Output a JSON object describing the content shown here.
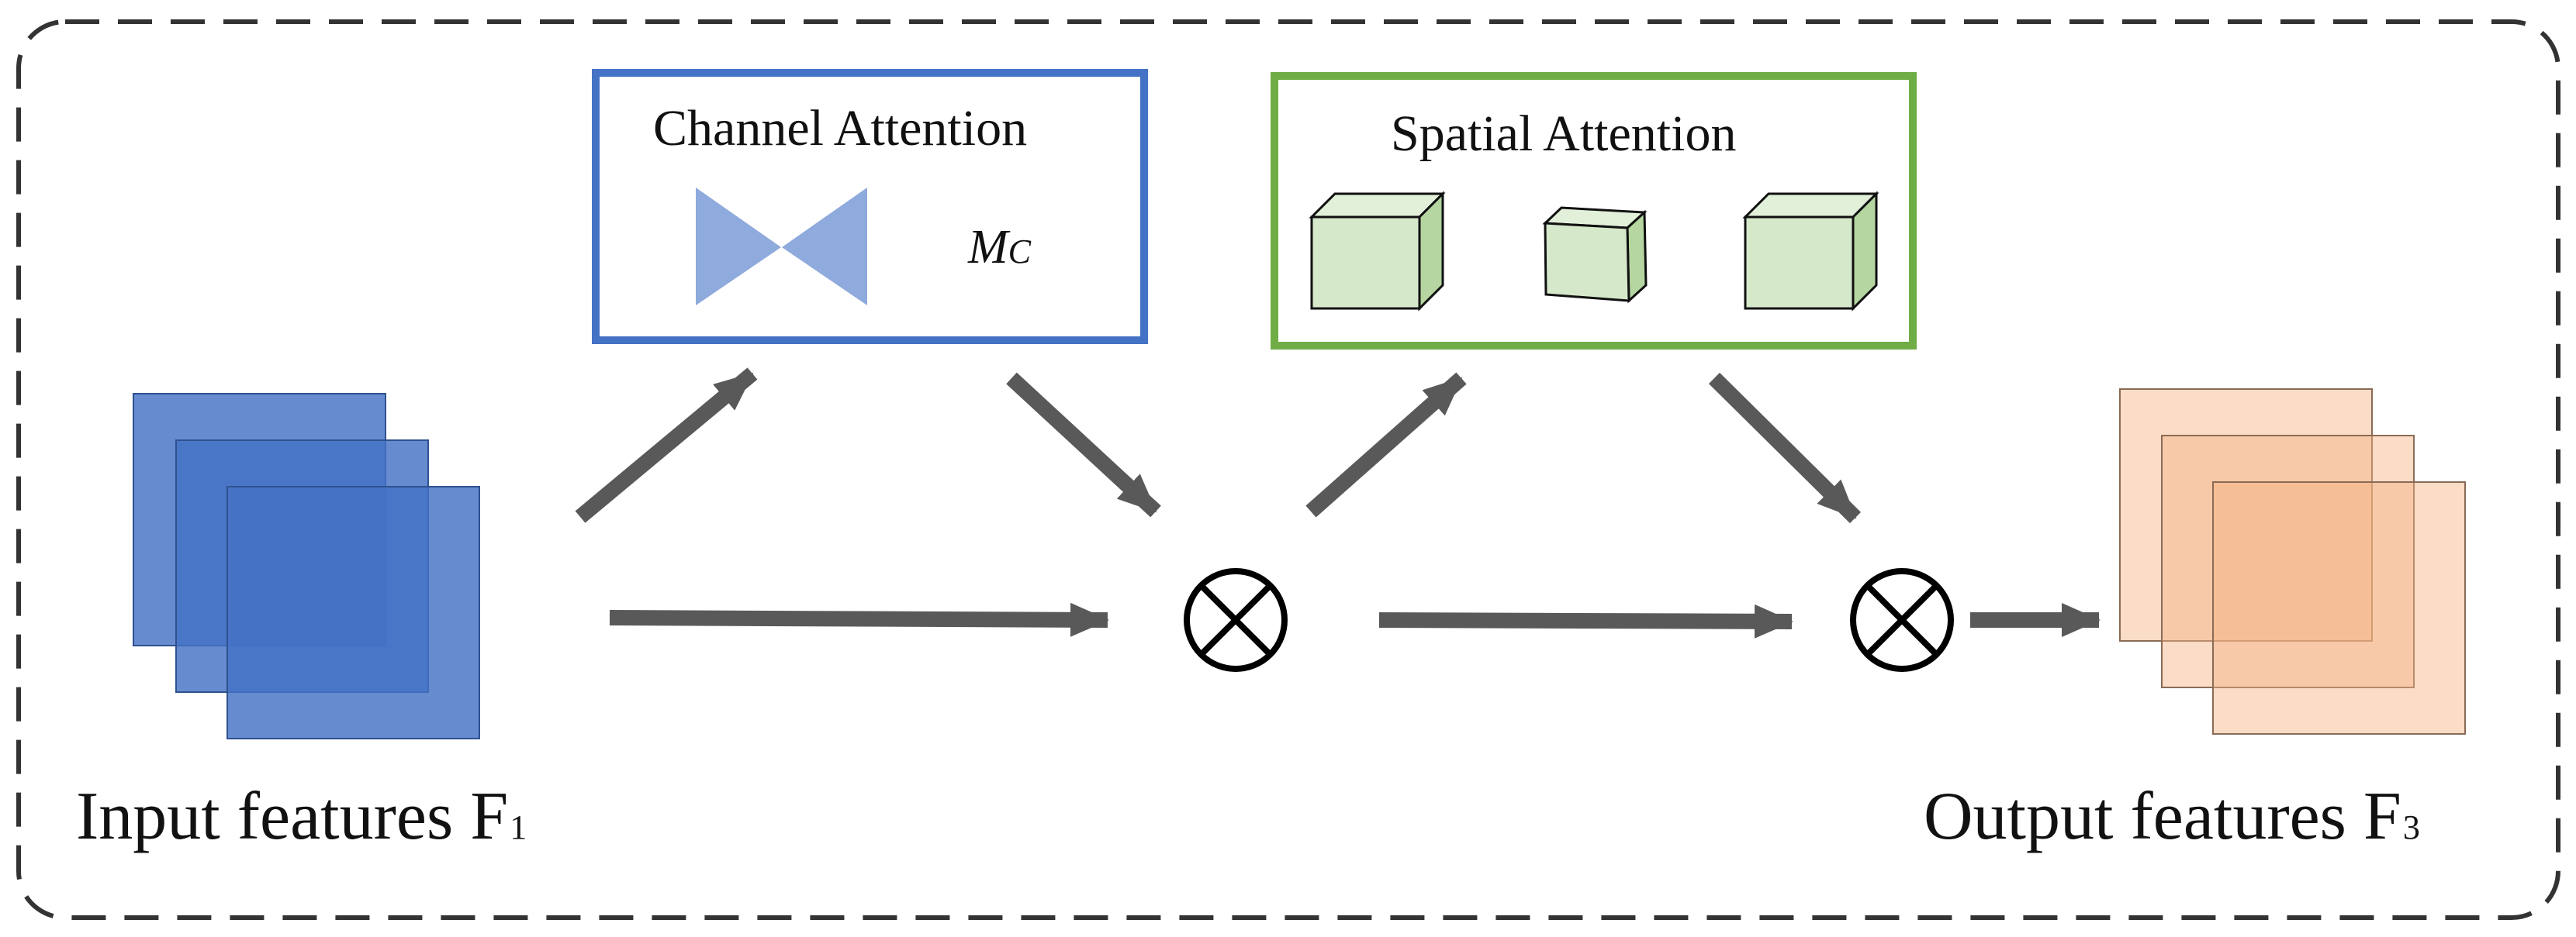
{
  "input": {
    "label": "Input features F",
    "subscript": "1",
    "color": "#4472C4"
  },
  "output": {
    "label": "Output features F",
    "subscript": "3",
    "color": "#F4B183"
  },
  "channel_attention": {
    "title": "Channel Attention",
    "symbol_main": "M",
    "symbol_sub": "C",
    "border_color": "#4472C4",
    "shape_color": "#8FAADC"
  },
  "spatial_attention": {
    "title": "Spatial Attention",
    "border_color": "#70AD47",
    "cube_color": "#D5E8CA",
    "cube_side_color": "#B5D6A0"
  },
  "operators": [
    {
      "symbol": "multiply"
    },
    {
      "symbol": "multiply"
    }
  ],
  "arrow_color": "#595959",
  "frame_color": "#333333"
}
